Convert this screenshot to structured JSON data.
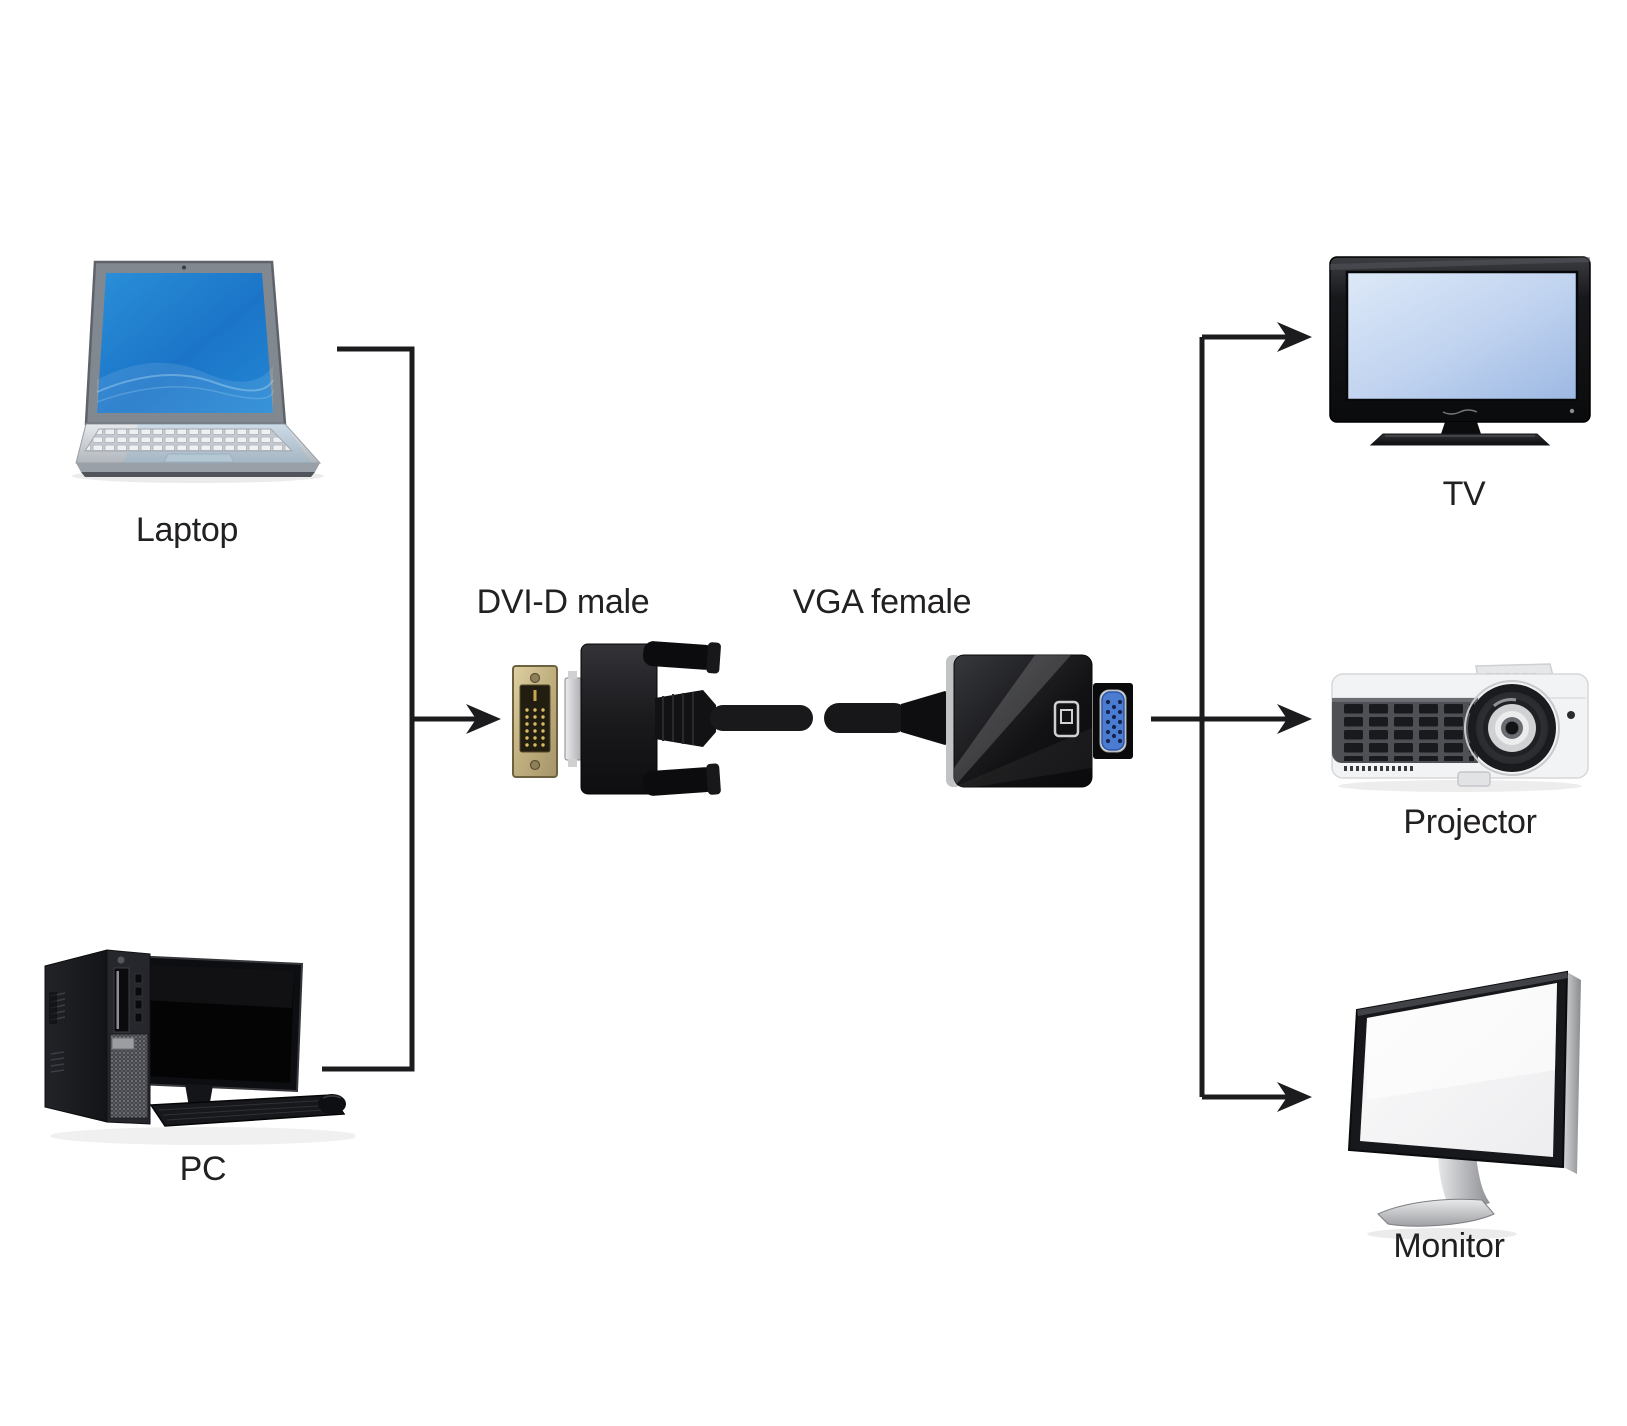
{
  "diagram": {
    "subject": "DVI-D male to VGA female adapter connection diagram",
    "background_color": "#ffffff",
    "connector_line_color": "#1c1c1e",
    "sources": [
      {
        "id": "laptop",
        "label": "Laptop"
      },
      {
        "id": "pc",
        "label": "PC"
      }
    ],
    "adapter": {
      "input_label": "DVI-D male",
      "output_label": "VGA female",
      "dvi_shell_color": "#c0ae7e",
      "vga_port_color": "#4a7cd2",
      "cable_color": "#17171a"
    },
    "outputs": [
      {
        "id": "tv",
        "label": "TV"
      },
      {
        "id": "projector",
        "label": "Projector"
      },
      {
        "id": "monitor",
        "label": "Monitor"
      }
    ],
    "connections": [
      {
        "from": "Laptop",
        "to": "DVI-D male"
      },
      {
        "from": "PC",
        "to": "DVI-D male"
      },
      {
        "from": "VGA female",
        "to": "TV"
      },
      {
        "from": "VGA female",
        "to": "Projector"
      },
      {
        "from": "VGA female",
        "to": "Monitor"
      }
    ],
    "device_colors": {
      "laptop_screen_blue": "#1f7fd0",
      "tv_screen_blue": "#b9cdec",
      "monitor_screen_white": "#f5f5f6"
    }
  }
}
